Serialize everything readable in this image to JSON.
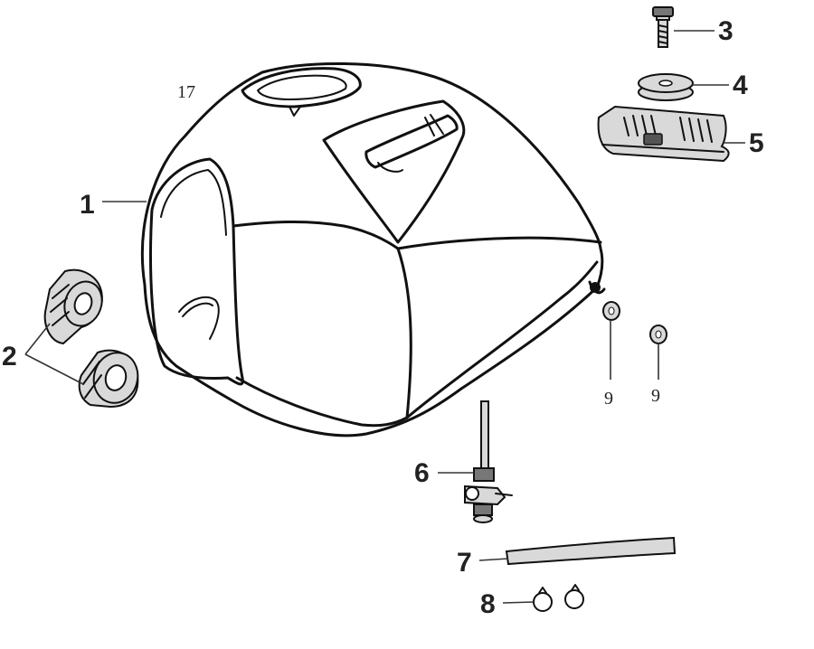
{
  "callouts": {
    "c1": "1",
    "c2": "2",
    "c3": "3",
    "c4": "4",
    "c5": "5",
    "c6": "6",
    "c7": "7",
    "c8": "8",
    "c9a": "9",
    "c9b": "9",
    "c17": "17"
  },
  "colors": {
    "ink": "#111111",
    "label": "#222222",
    "part_fill": "#d9d9d9"
  }
}
